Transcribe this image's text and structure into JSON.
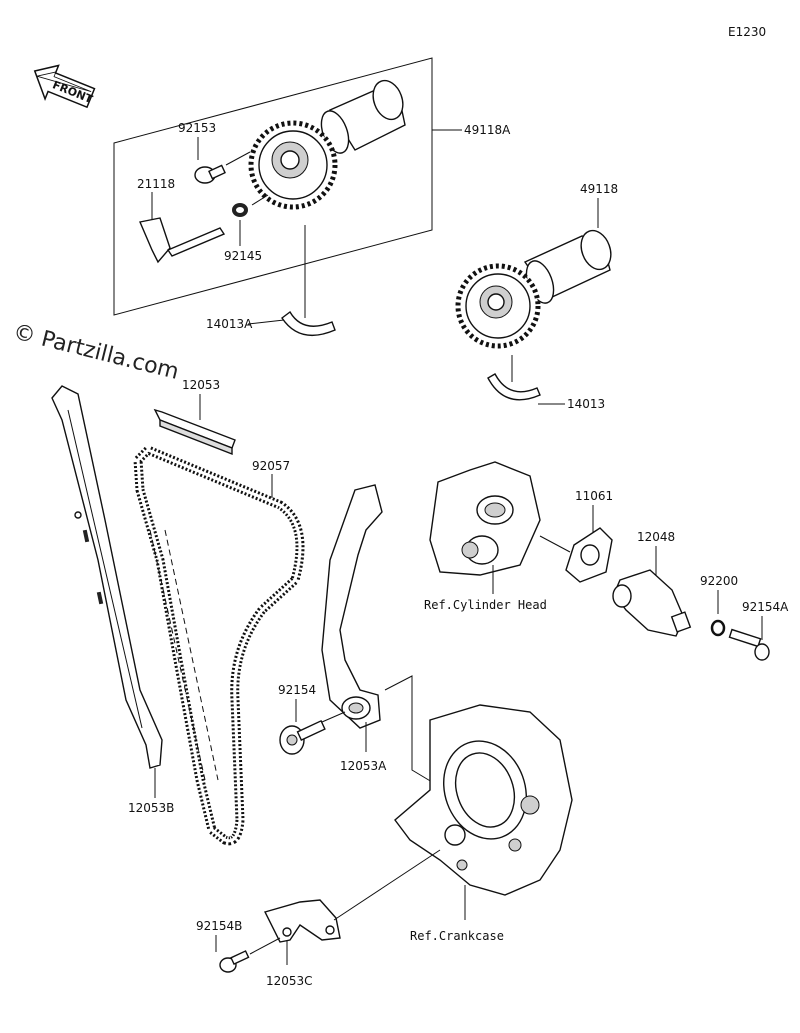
{
  "diagram_code": "E1230",
  "front_label": "FRONT",
  "watermark": "© Partzilla.com",
  "parts": {
    "p49118A": "49118A",
    "p92153": "92153",
    "p21118": "21118",
    "p92145": "92145",
    "p14013A": "14013A",
    "p49118": "49118",
    "p14013": "14013",
    "p12053": "12053",
    "p92057": "92057",
    "p11061": "11061",
    "p12048": "12048",
    "p92200": "92200",
    "p92154A": "92154A",
    "p92154": "92154",
    "p12053A": "12053A",
    "p12053B": "12053B",
    "p92154B": "92154B",
    "p12053C": "12053C"
  },
  "refs": {
    "cylinder_head": "Ref.Cylinder Head",
    "crankcase": "Ref.Crankcase"
  }
}
